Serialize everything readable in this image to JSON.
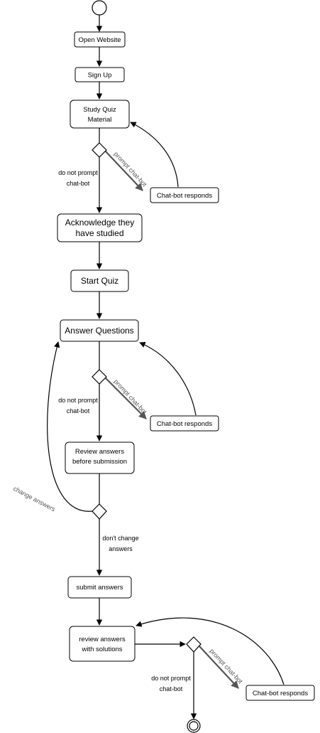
{
  "nodes": {
    "open_website": "Open Website",
    "sign_up": "Sign Up",
    "study_1": "Study Quiz",
    "study_2": "Material",
    "ack_1": "Acknowledge they",
    "ack_2": "have studied",
    "start_quiz": "Start Quiz",
    "answer_questions": "Answer Questions",
    "review_1": "Review answers",
    "review_2": "before submission",
    "submit_answers": "submit answers",
    "review_sol_1": "review answers",
    "review_sol_2": "with solutions",
    "chatbot_responds_1": "Chat-bot responds",
    "chatbot_responds_2": "Chat-bot responds",
    "chatbot_responds_3": "Chat-bot responds"
  },
  "edge_labels": {
    "prompt_1": "prompt chat-bot",
    "prompt_2": "prompt chat-bot",
    "prompt_3": "prompt chat-bot",
    "no_prompt_1a": "do not prompt",
    "no_prompt_1b": "chat-bot",
    "no_prompt_2a": "do not prompt",
    "no_prompt_2b": "chat-bot",
    "no_prompt_3a": "do not prompt",
    "no_prompt_3b": "chat-bot",
    "change_answers": "change answers",
    "dont_change_1": "don't change",
    "dont_change_2": "answers"
  }
}
